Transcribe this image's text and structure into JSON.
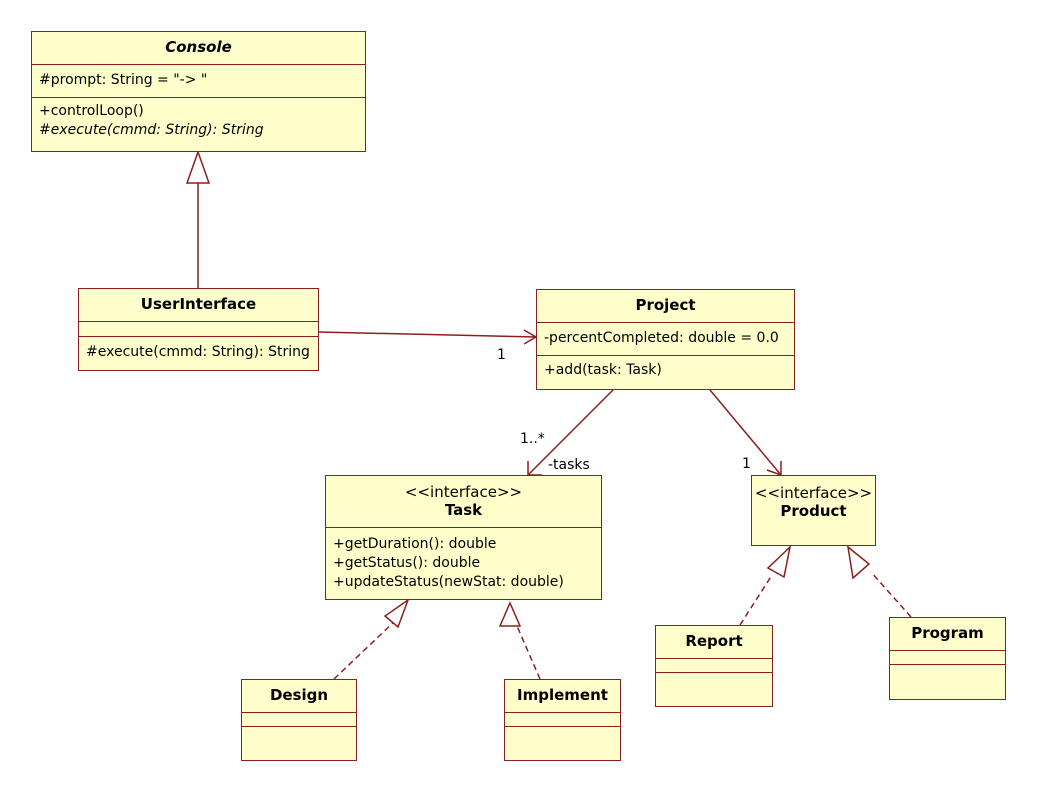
{
  "classes": {
    "console": {
      "name": "Console",
      "attributes": [
        "#prompt: String = \"-> \""
      ],
      "operations": [
        "+controlLoop()",
        "#execute(cmmd: String): String"
      ]
    },
    "user_interface": {
      "name": "UserInterface",
      "operations": [
        "#execute(cmmd: String): String"
      ]
    },
    "project": {
      "name": "Project",
      "attributes": [
        "-percentCompleted: double = 0.0"
      ],
      "operations": [
        "+add(task: Task)"
      ]
    },
    "task": {
      "stereotype": "<<interface>>",
      "name": "Task",
      "operations": [
        "+getDuration(): double",
        "+getStatus(): double",
        "+updateStatus(newStat: double)"
      ]
    },
    "product": {
      "stereotype": "<<interface>>",
      "name": "Product"
    },
    "design": {
      "name": "Design"
    },
    "implement": {
      "name": "Implement"
    },
    "report": {
      "name": "Report"
    },
    "program": {
      "name": "Program"
    }
  },
  "associations": {
    "ui_project_multiplicity": "1",
    "project_task_multiplicity": "1..*",
    "project_task_role": "-tasks",
    "project_product_multiplicity": "1"
  },
  "colors": {
    "class_fill": "#ffffcc",
    "line": "#8b1f1f",
    "text": "#000000"
  }
}
